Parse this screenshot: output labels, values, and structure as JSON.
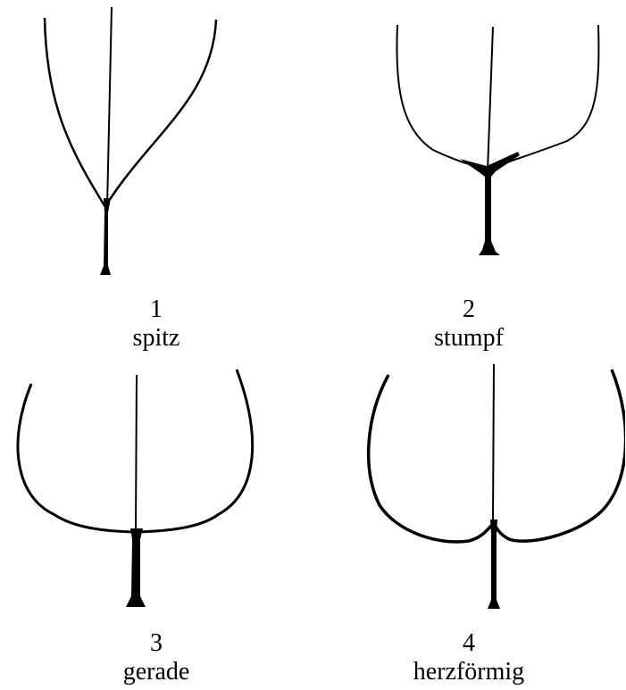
{
  "figures": [
    {
      "number": "1",
      "label": "spitz"
    },
    {
      "number": "2",
      "label": "stumpf"
    },
    {
      "number": "3",
      "label": "gerade"
    },
    {
      "number": "4",
      "label": "herzförmig"
    }
  ]
}
